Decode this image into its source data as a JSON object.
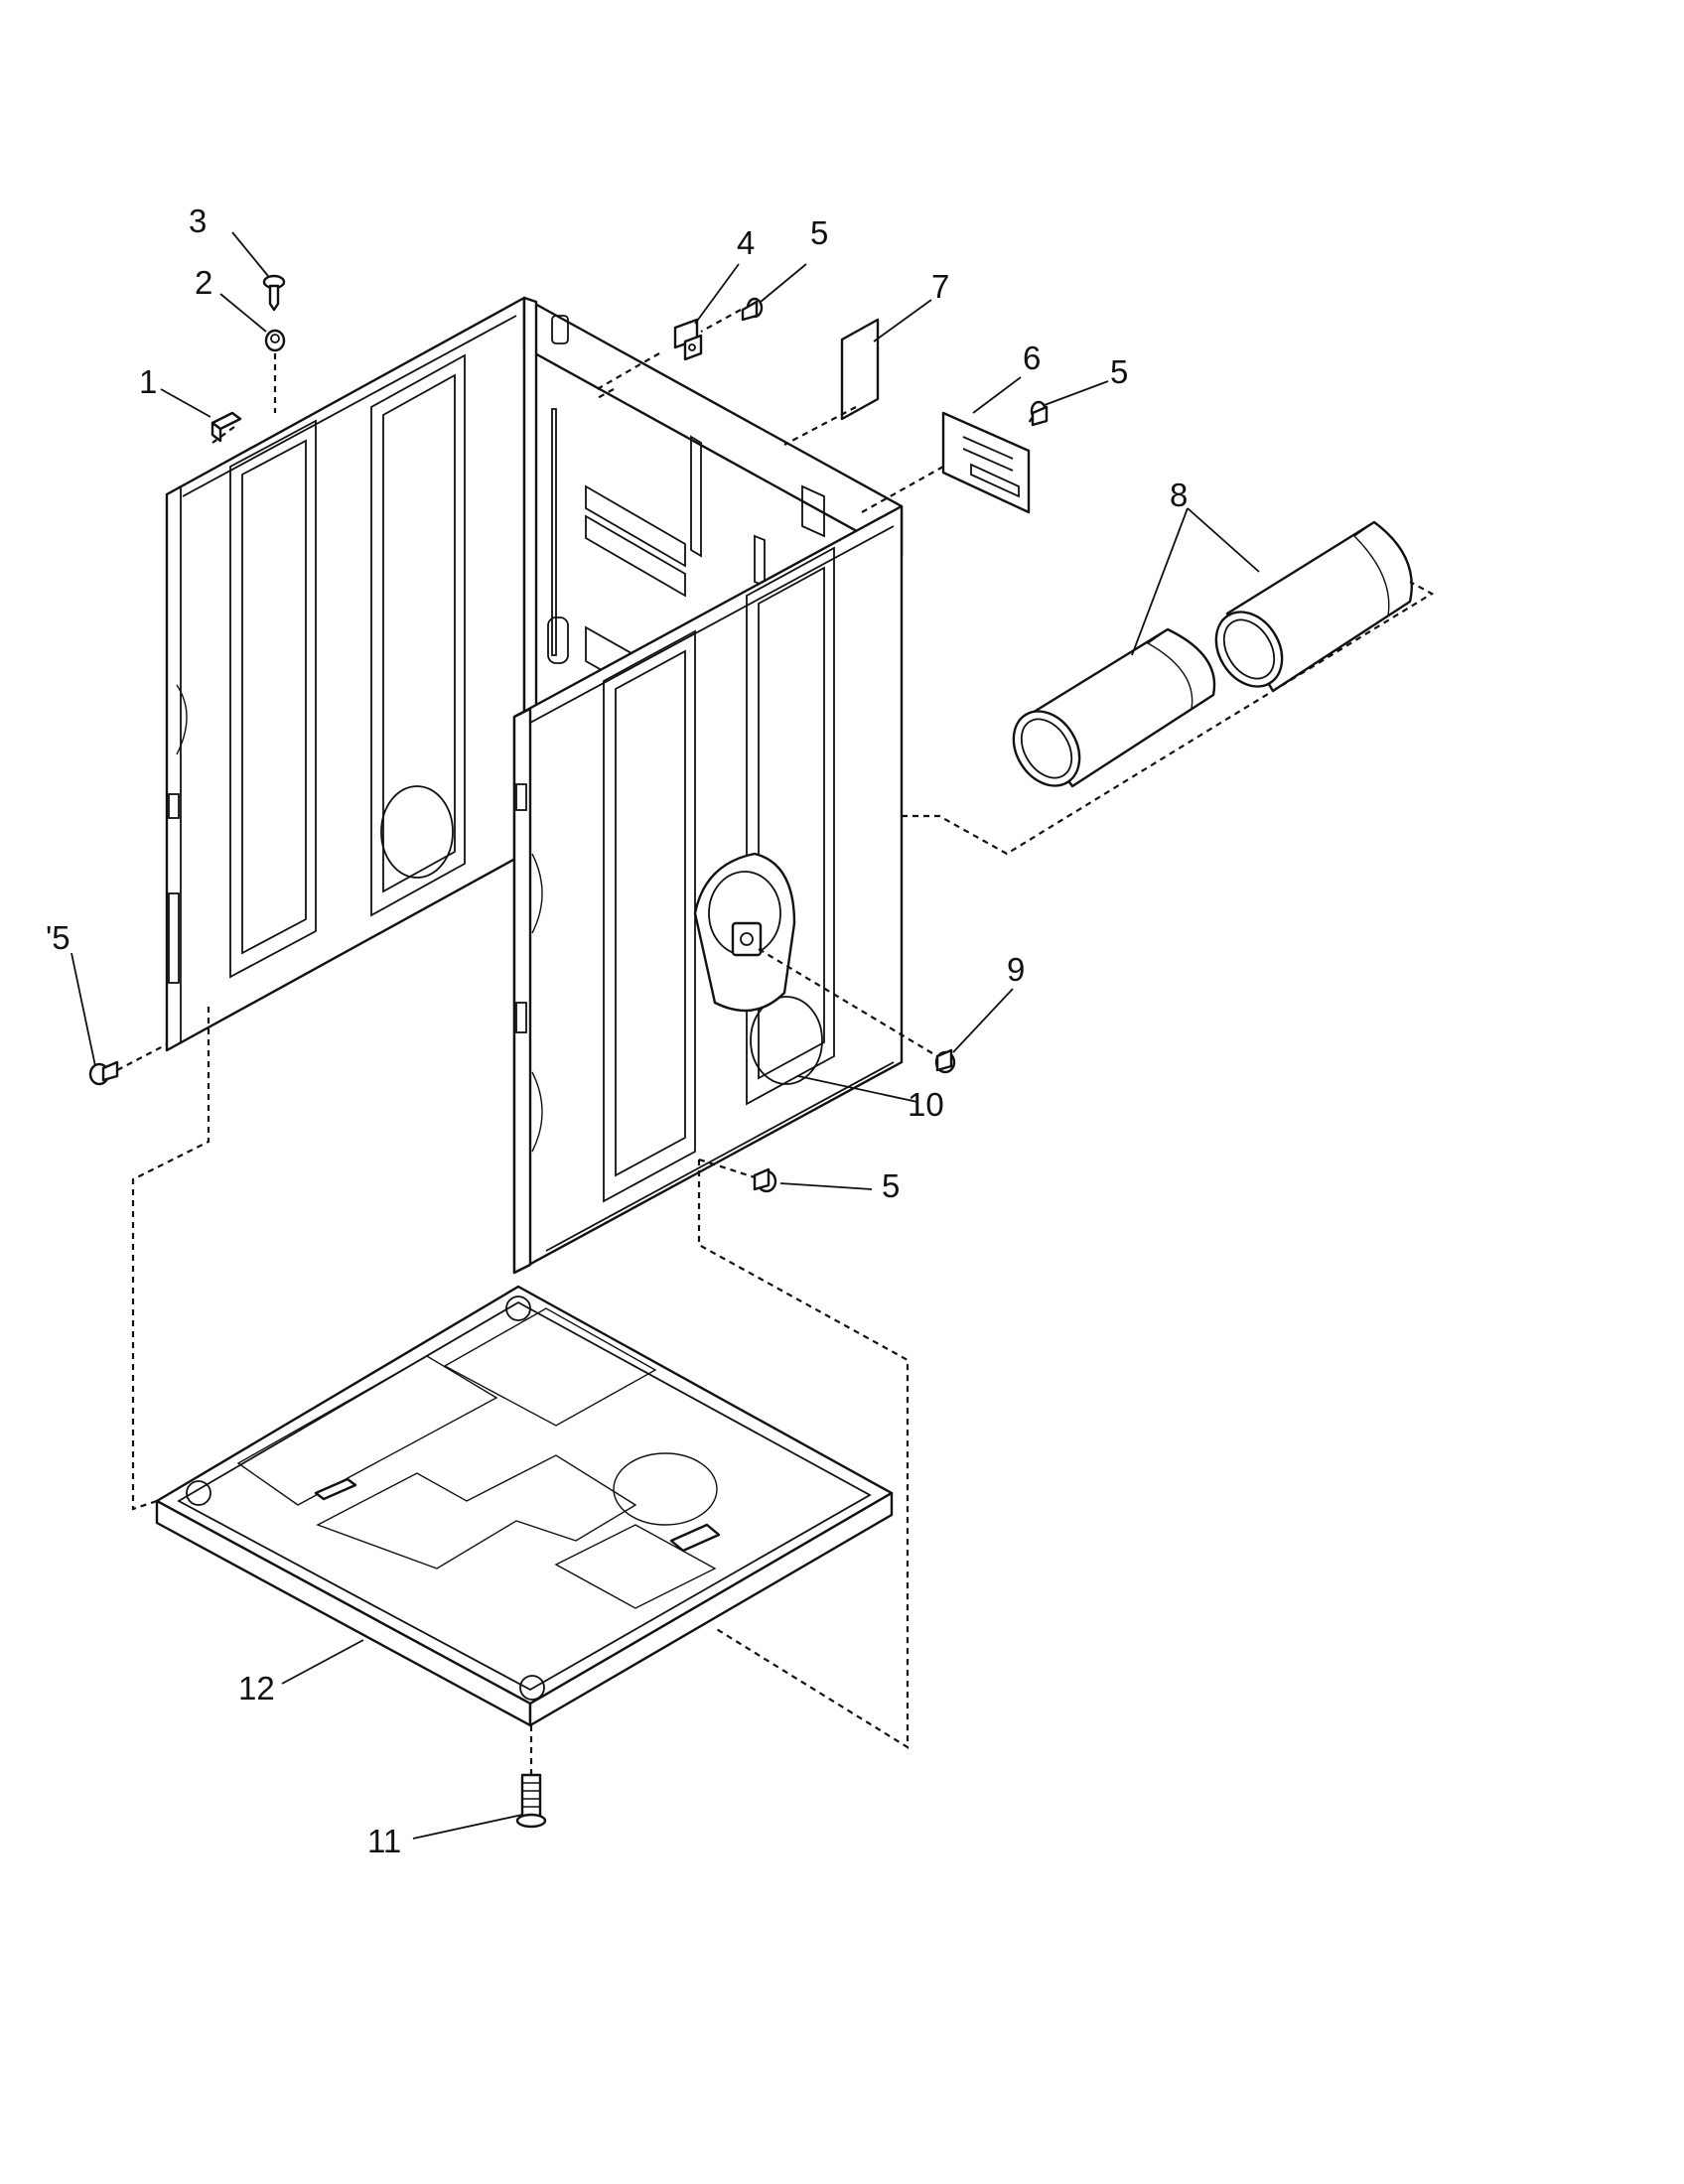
{
  "diagram": {
    "callouts": {
      "c1": "1",
      "c2": "2",
      "c3": "3",
      "c4": "4",
      "c5_top": "5",
      "c5_right": "5",
      "c5_left": "'5",
      "c5_bottom": "5",
      "c6": "6",
      "c7": "7",
      "c8": "8",
      "c9": "9",
      "c10": "10",
      "c11": "11",
      "c12": "12"
    }
  }
}
